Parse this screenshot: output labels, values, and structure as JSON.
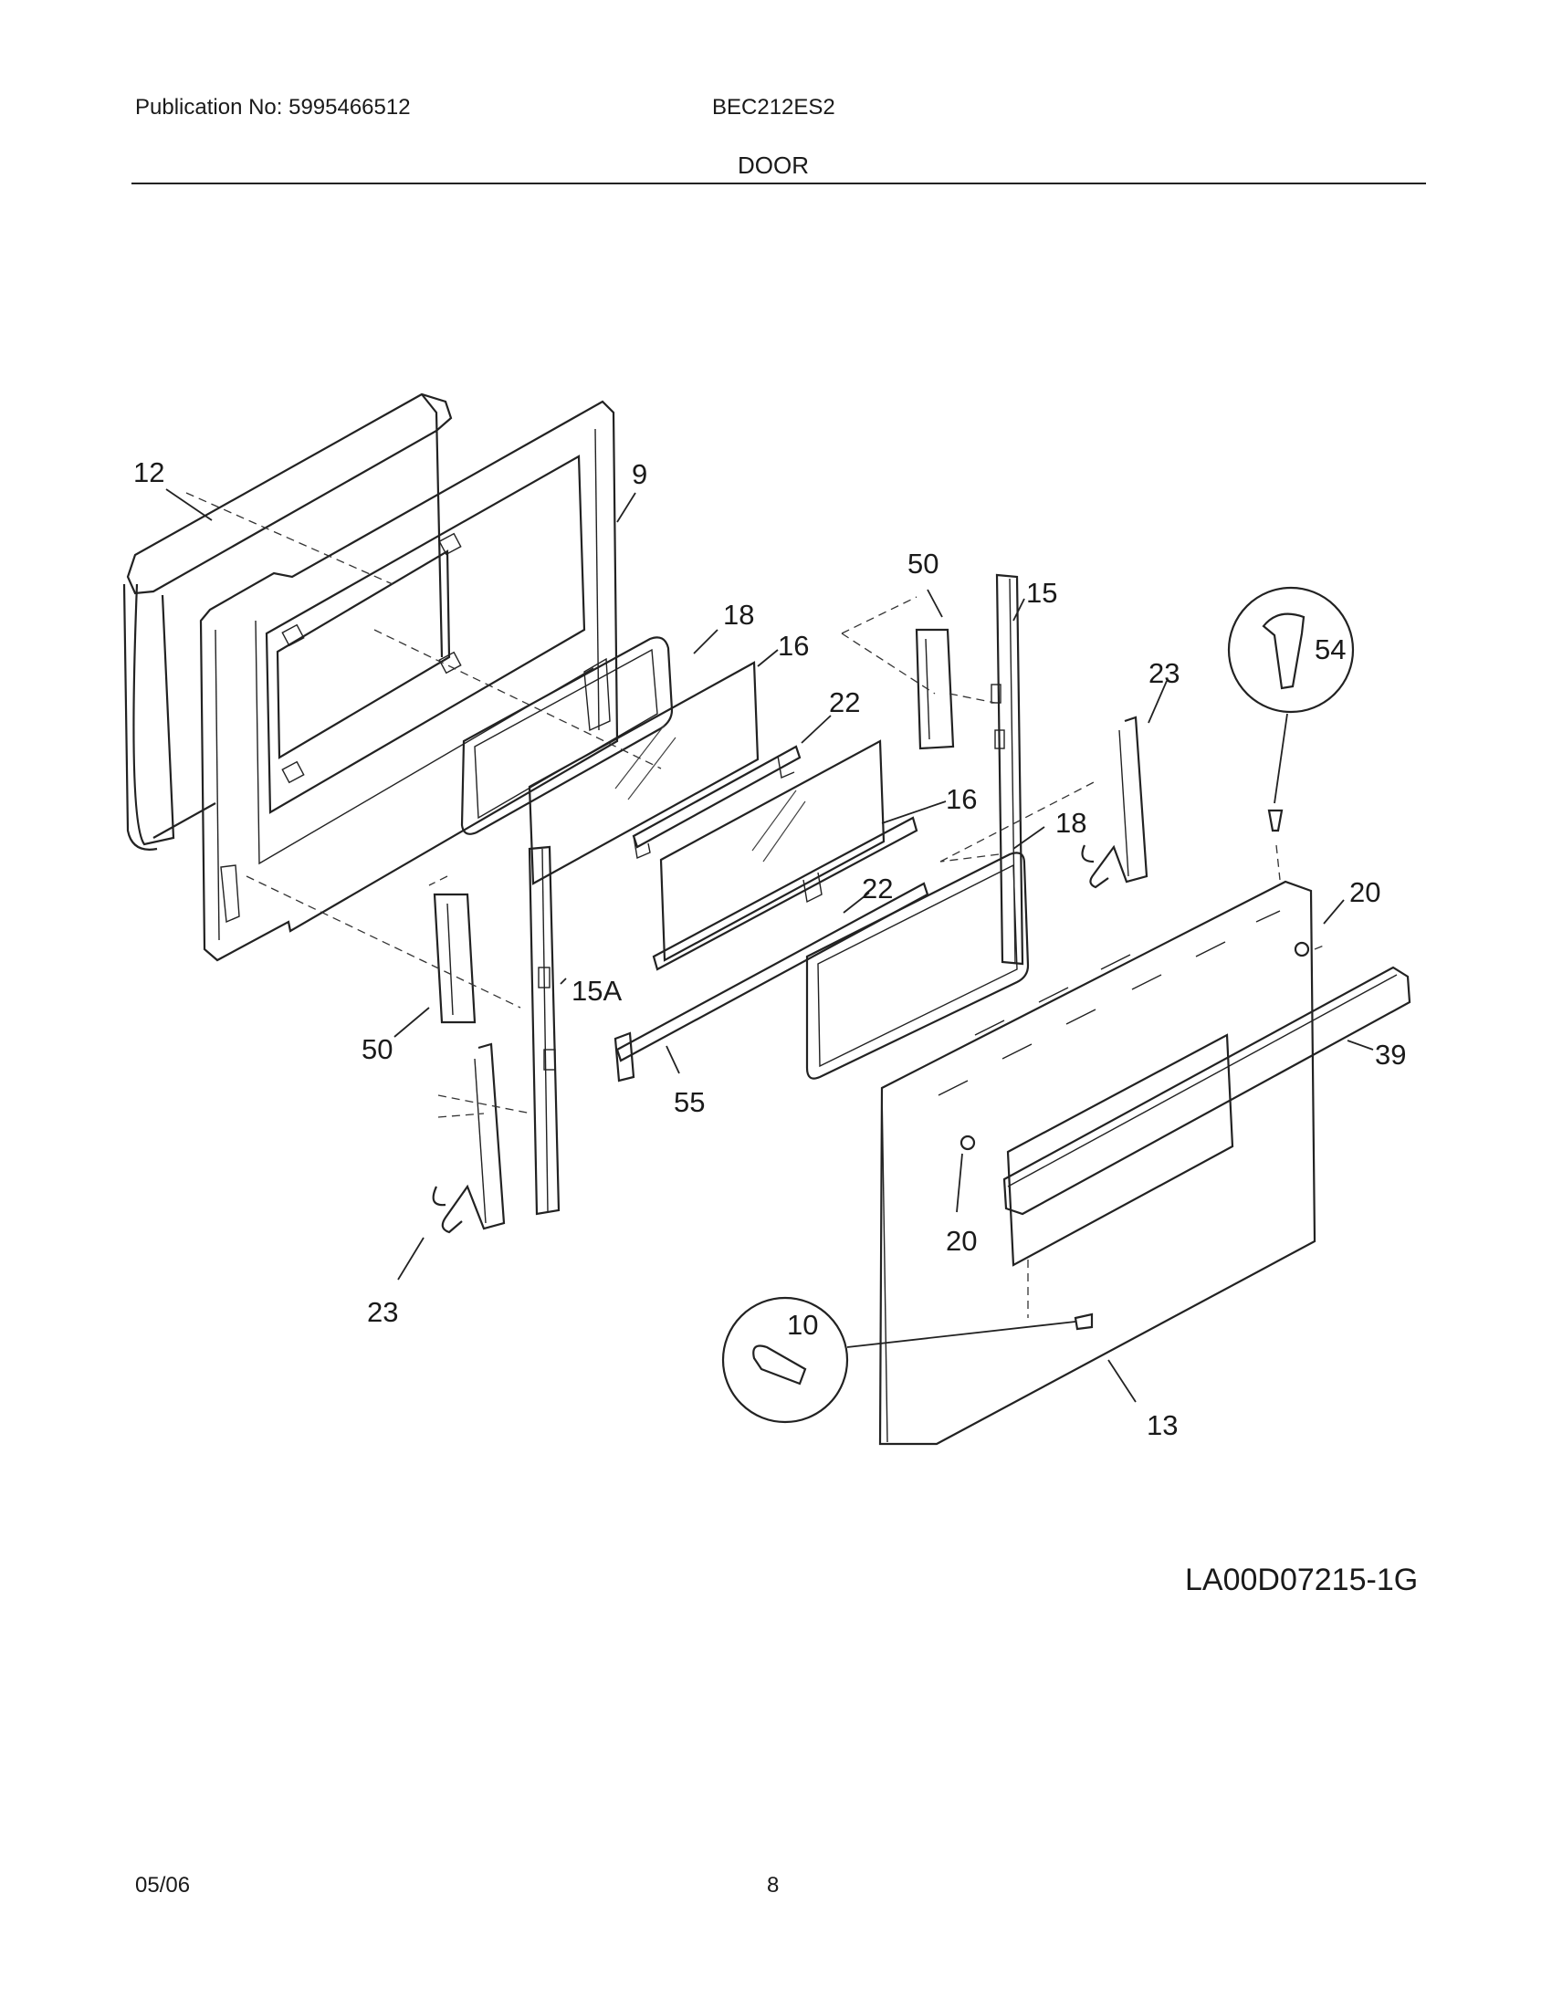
{
  "header": {
    "publication": "Publication No: 5995466512",
    "model": "BEC212ES2",
    "section_title": "DOOR"
  },
  "callouts": {
    "c12": "12",
    "c9": "9",
    "c50a": "50",
    "c15": "15",
    "c18a": "18",
    "c16a": "16",
    "c22a": "22",
    "c54": "54",
    "c23a": "23",
    "c16b": "16",
    "c18b": "18",
    "c22b": "22",
    "c20a": "20",
    "c15a": "15A",
    "c50b": "50",
    "c39": "39",
    "c55": "55",
    "c20b": "20",
    "c23b": "23",
    "c10": "10",
    "c13": "13"
  },
  "footer": {
    "drawing_number": "LA00D07215-1G",
    "date": "05/06",
    "page": "8"
  }
}
